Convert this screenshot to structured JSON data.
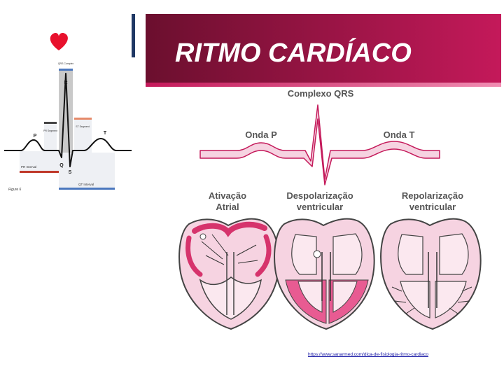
{
  "ecg": {
    "qrs_complex_label": "QRS Complex",
    "r_label": "R",
    "p_label": "P",
    "t_label": "T",
    "q_label": "Q",
    "s_label": "S",
    "st_segment_label": "ST Segment",
    "pr_segment_label": "PR Segment",
    "pr_interval_label": "PR Interval",
    "qt_interval_label": "QT Interval",
    "figure_label": "Figure 6"
  },
  "infographic": {
    "title": "RITMO CARDÍACO",
    "qrs_label": "Complexo QRS",
    "p_wave_label": "Onda P",
    "t_wave_label": "Onda T",
    "phases": [
      {
        "line1": "Ativação",
        "line2": "Atrial"
      },
      {
        "line1": "Despolarização",
        "line2": "ventricular"
      },
      {
        "line1": "Repolarização",
        "line2": "ventricular"
      }
    ]
  },
  "source_url": "https://www.sanarmed.com/dica-de-fisiologia-ritmo-cardiaco",
  "colors": {
    "banner_dark": "#6b0f2e",
    "banner_light": "#c4195a",
    "magenta": "#d6336c",
    "pink_fill": "#f6d3e1",
    "heart_icon": "#e8112d",
    "slide_accent": "#1f3864"
  }
}
